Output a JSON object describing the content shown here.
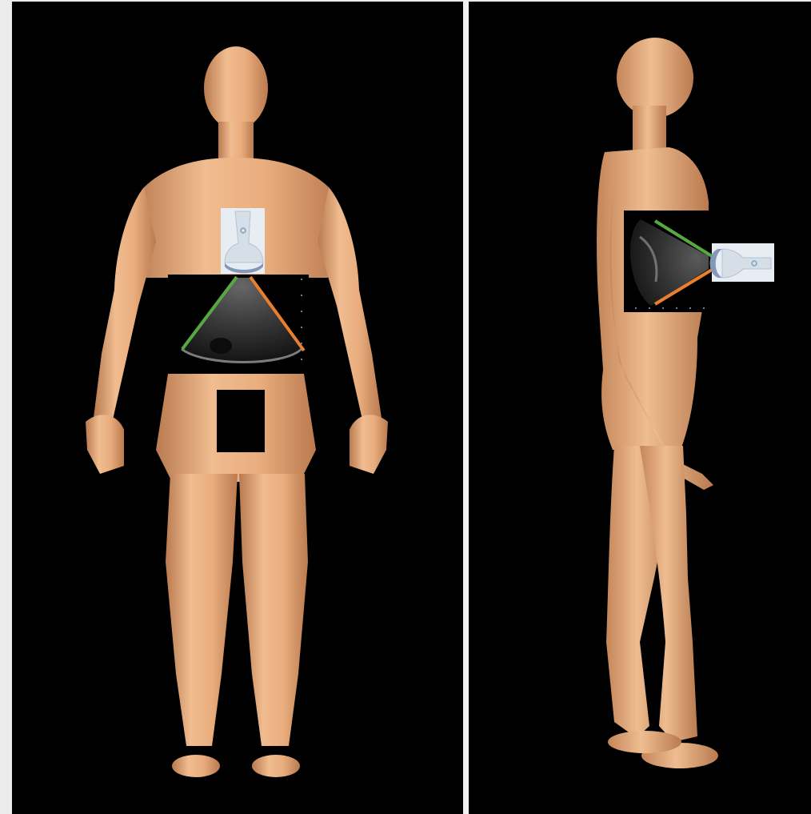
{
  "scene": {
    "panels": [
      {
        "view": "anterior"
      },
      {
        "view": "lateral"
      }
    ],
    "colors": {
      "background": "#000000",
      "skin_light": "#f0bc90",
      "skin_mid": "#dea070",
      "skin_dark": "#b97a4f",
      "probe_body": "#d6dee8",
      "probe_face": "#8397b9",
      "sector_line_1": "#58a842",
      "sector_line_2": "#ec7e2f",
      "censor_box": "#000000"
    },
    "icons": {
      "probe": "ultrasound-probe-icon",
      "censor": "censor-box"
    }
  }
}
